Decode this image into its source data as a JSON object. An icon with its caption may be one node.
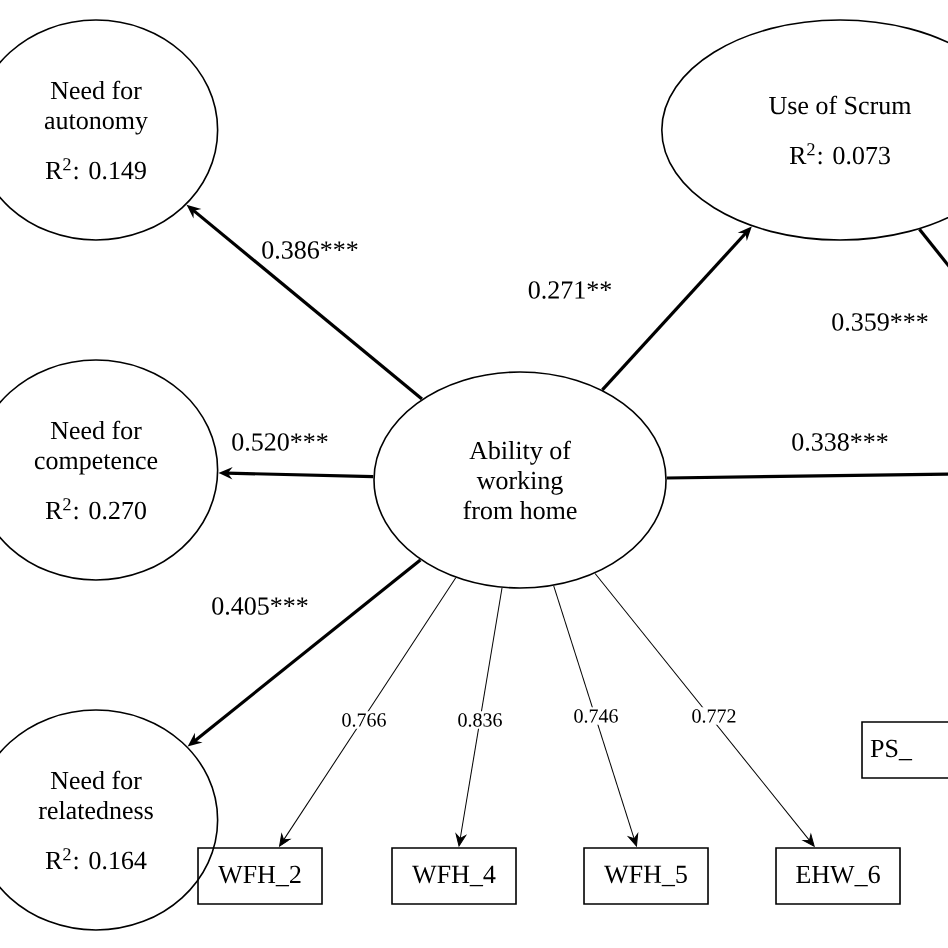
{
  "diagram": {
    "nodes": [
      {
        "text": [
          "Need for autonomy",
          "R$^{2}$: 0.149"
        ]
      },
      {
        "text": [
          "Use of Scrum",
          "R$^{2}$: 0.073"
        ]
      },
      {
        "text": [
          "Need for competence",
          "R$^{2}$: 0.270"
        ]
      },
      {
        "text": [
          "Ability of working from home"
        ]
      },
      {
        "text": [
          "Need for relatedness",
          "R$^{2}$: 0.164"
        ]
      },
      {
        "text": [
          "PS_"
        ]
      },
      {
        "text": [
          "WFH_2"
        ]
      },
      {
        "text": [
          "WFH_4"
        ]
      },
      {
        "text": [
          "WFH_5"
        ]
      },
      {
        "text": [
          "EHW_6"
        ]
      }
    ],
    "edges": [
      {
        "from": 3,
        "to": 0,
        "arrow": "to",
        "label": "0.386***"
      },
      {
        "from": 3,
        "to": 1,
        "arrow": "to",
        "label": "0.271**"
      },
      {
        "from": 3,
        "to": 2,
        "arrow": "to",
        "label": "0.520***"
      },
      {
        "from": 3,
        "to": null,
        "arrow": "none",
        "label": "0.338***"
      },
      {
        "from": 1,
        "to": null,
        "arrow": "none",
        "label": "0.359***"
      },
      {
        "from": 3,
        "to": 4,
        "arrow": "to",
        "label": "0.405***"
      },
      {
        "from": 3,
        "to": 6,
        "arrow": "to",
        "label": "0.766"
      },
      {
        "from": 3,
        "to": 7,
        "arrow": "to",
        "label": "0.836"
      },
      {
        "from": 3,
        "to": 8,
        "arrow": "to",
        "label": "0.746"
      },
      {
        "from": 3,
        "to": 9,
        "arrow": "to",
        "label": "0.772"
      }
    ]
  }
}
